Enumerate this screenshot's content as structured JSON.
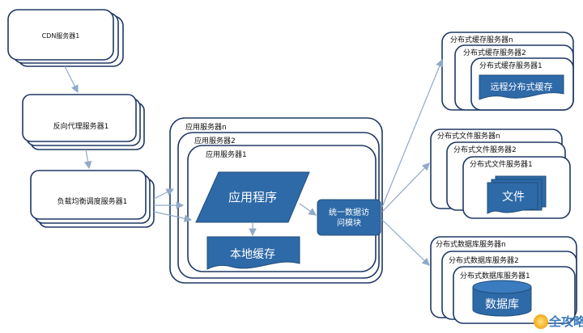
{
  "nodes": {
    "cdn": "CDN服务器1",
    "reverse_proxy": "反向代理服务器1",
    "load_balancer": "负载均衡调度服务器1",
    "app_servers": [
      "应用服务器n",
      "应用服务器2",
      "应用服务器1"
    ],
    "app_program": "应用程序",
    "local_cache": "本地缓存",
    "data_access": [
      "统一数据访",
      "问模块"
    ],
    "cache_servers": [
      "分布式缓存服务器n",
      "分布式缓存服务器2",
      "分布式缓存服务器1"
    ],
    "remote_cache": "远程分布式缓存",
    "file_servers": [
      "分布式文件服务器n",
      "分布式文件服务器2",
      "分布式文件服务器1"
    ],
    "file": "文件",
    "db_servers": [
      "分布式数据库服务器n",
      "分布式数据库服务器2",
      "分布式数据库服务器1"
    ],
    "database": "数据库"
  },
  "watermark": "全攻略",
  "colors": {
    "border": "#1f3864",
    "shape_fill": "#2e6aa8",
    "arrow": "#8fa9c9"
  }
}
